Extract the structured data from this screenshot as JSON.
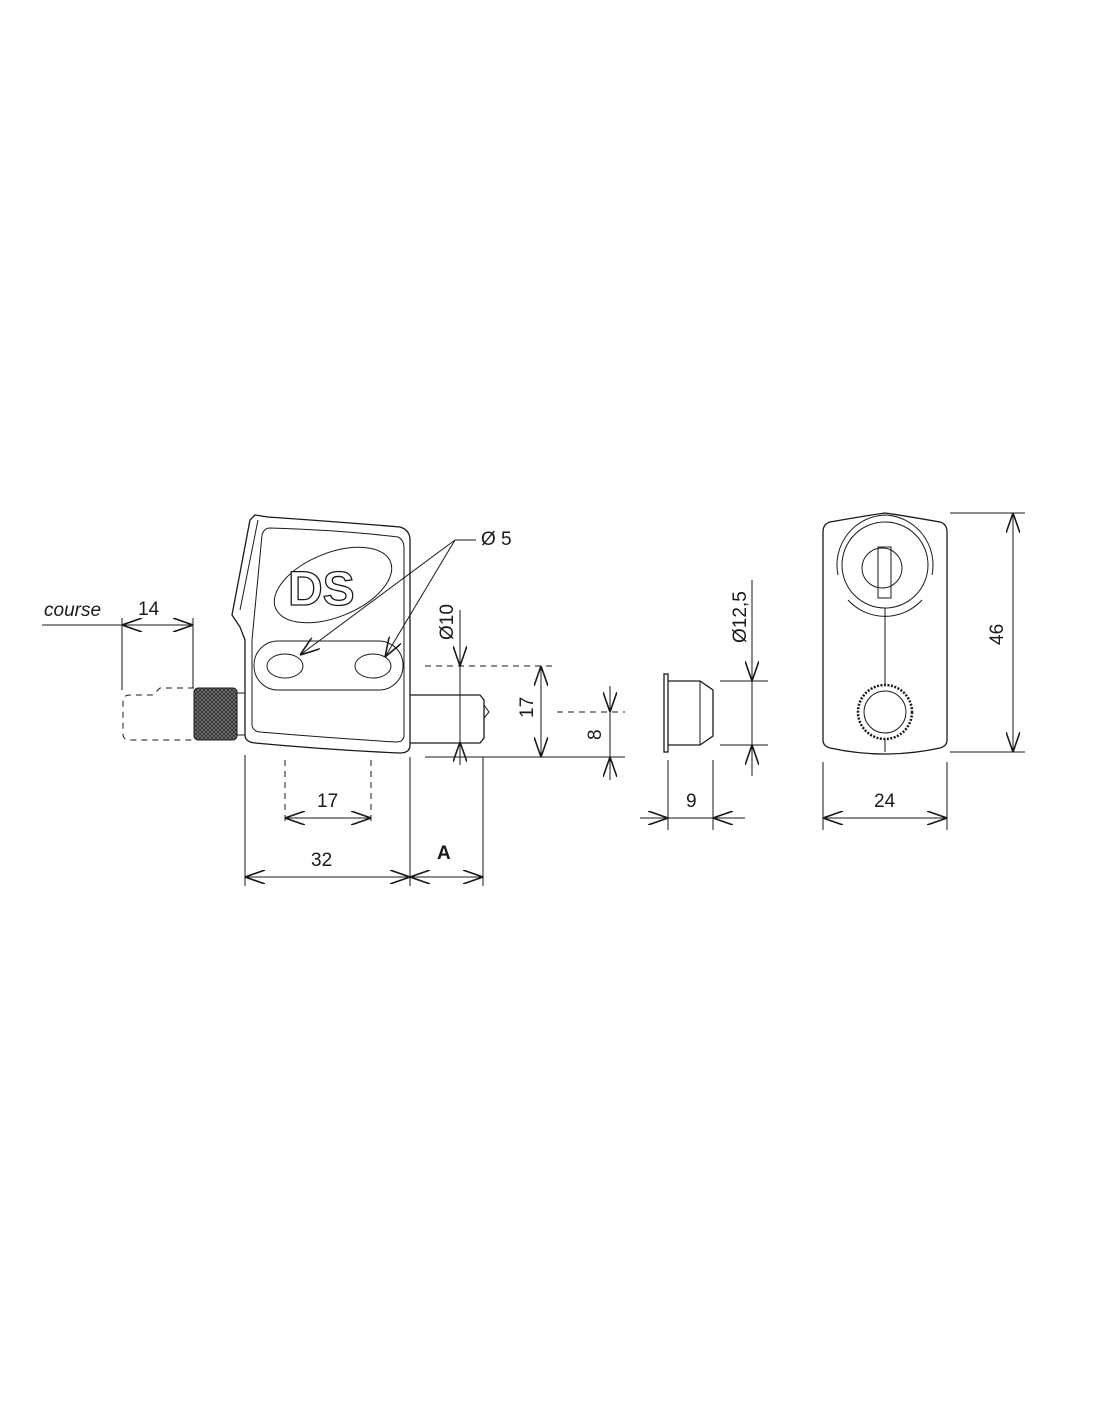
{
  "title": "DS lock technical drawing",
  "colors": {
    "line": "#1a1a1a",
    "background": "#ffffff",
    "knurl": "#333333"
  },
  "logo": {
    "text": "DS"
  },
  "labels": {
    "course": "course",
    "course_value": "14",
    "hole_diameter": "Ø 5",
    "bolt_diameter": "Ø10",
    "bolt_height": "17",
    "bolt_offset": "8",
    "hole_spacing": "17",
    "body_width": "32",
    "bolt_projection": "A",
    "strike_diameter": "Ø12,5",
    "strike_depth": "9",
    "front_width": "24",
    "front_height": "46"
  }
}
